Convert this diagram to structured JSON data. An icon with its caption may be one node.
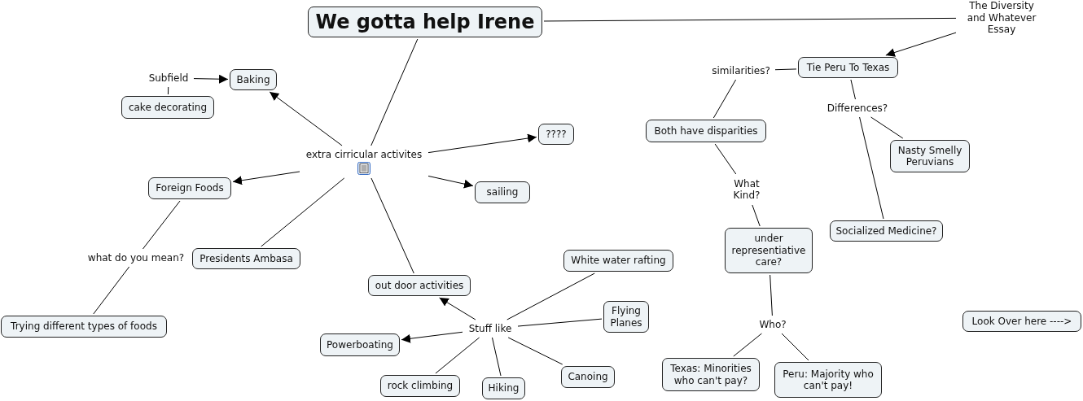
{
  "diagram": {
    "nodes": [
      {
        "text": [
          "We gotta help Irene"
        ]
      },
      {
        "text": [
          "The Diversity and Whatever Essay"
        ]
      },
      {
        "text": [
          "Tie Peru To Texas"
        ]
      },
      {
        "text": [
          "similarities?"
        ]
      },
      {
        "text": [
          "Both have disparities"
        ]
      },
      {
        "text": [
          "Differences?"
        ]
      },
      {
        "text": [
          "Nasty Smelly Peruvians"
        ]
      },
      {
        "text": [
          "Socialized Medicine?"
        ]
      },
      {
        "text": [
          "What Kind?"
        ]
      },
      {
        "text": [
          "under representiative care?"
        ]
      },
      {
        "text": [
          "Who?"
        ]
      },
      {
        "text": [
          "Texas: Minorities who can't pay?"
        ]
      },
      {
        "text": [
          "Peru: Majority who can't pay!"
        ]
      },
      {
        "text": [
          "extra cirricular activites"
        ]
      },
      {
        "text": [
          "Baking"
        ]
      },
      {
        "text": [
          "Subfield"
        ]
      },
      {
        "text": [
          "cake decorating"
        ]
      },
      {
        "text": [
          "????"
        ]
      },
      {
        "text": [
          "Foreign Foods"
        ]
      },
      {
        "text": [
          "sailing"
        ]
      },
      {
        "text": [
          "what do you mean?"
        ]
      },
      {
        "text": [
          "Presidents Ambasa"
        ]
      },
      {
        "text": [
          "Trying different types of foods"
        ]
      },
      {
        "text": [
          "out door activities"
        ]
      },
      {
        "text": [
          "Stuff like"
        ]
      },
      {
        "text": [
          "White water rafting"
        ]
      },
      {
        "text": [
          "Flying Planes"
        ]
      },
      {
        "text": [
          "Powerboating"
        ]
      },
      {
        "text": [
          "rock climbing"
        ]
      },
      {
        "text": [
          "Hiking"
        ]
      },
      {
        "text": [
          "Canoing"
        ]
      },
      {
        "text": [
          "Look Over here ---->"
        ]
      }
    ],
    "edges": [
      {
        "from": 0,
        "to": 13,
        "arrow": "none"
      },
      {
        "from": 0,
        "to": 1,
        "arrow": "none"
      },
      {
        "from": 1,
        "to": 2,
        "arrow": "to"
      },
      {
        "from": 2,
        "to": 3,
        "arrow": "none"
      },
      {
        "from": 3,
        "to": 4,
        "arrow": "none"
      },
      {
        "from": 2,
        "to": 5,
        "arrow": "none"
      },
      {
        "from": 5,
        "to": 6,
        "arrow": "none"
      },
      {
        "from": 5,
        "to": 7,
        "arrow": "none"
      },
      {
        "from": 4,
        "to": 8,
        "arrow": "none"
      },
      {
        "from": 8,
        "to": 9,
        "arrow": "none"
      },
      {
        "from": 9,
        "to": 10,
        "arrow": "none"
      },
      {
        "from": 10,
        "to": 11,
        "arrow": "none"
      },
      {
        "from": 10,
        "to": 12,
        "arrow": "none"
      },
      {
        "from": 13,
        "to": 14,
        "arrow": "to"
      },
      {
        "from": 13,
        "to": 17,
        "arrow": "to"
      },
      {
        "from": 13,
        "to": 18,
        "arrow": "to"
      },
      {
        "from": 13,
        "to": 19,
        "arrow": "to"
      },
      {
        "from": 13,
        "to": 21,
        "arrow": "none"
      },
      {
        "from": 13,
        "to": 23,
        "arrow": "none"
      },
      {
        "from": 16,
        "to": 15,
        "arrow": "none"
      },
      {
        "from": 15,
        "to": 14,
        "arrow": "to"
      },
      {
        "from": 18,
        "to": 20,
        "arrow": "none"
      },
      {
        "from": 20,
        "to": 22,
        "arrow": "none"
      },
      {
        "from": 24,
        "to": 23,
        "arrow": "to"
      },
      {
        "from": 24,
        "to": 27,
        "arrow": "to"
      },
      {
        "from": 24,
        "to": 25,
        "arrow": "none"
      },
      {
        "from": 24,
        "to": 26,
        "arrow": "none"
      },
      {
        "from": 24,
        "to": 28,
        "arrow": "none"
      },
      {
        "from": 24,
        "to": 29,
        "arrow": "none"
      },
      {
        "from": 24,
        "to": 30,
        "arrow": "none"
      }
    ]
  }
}
